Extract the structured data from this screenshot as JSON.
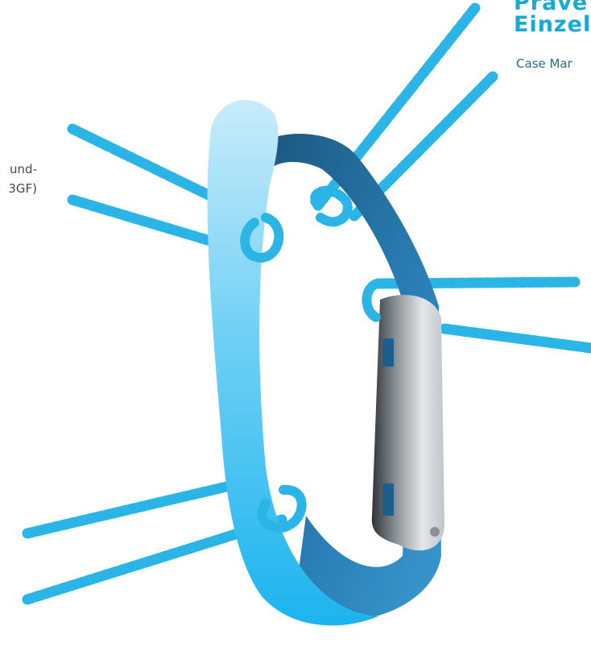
{
  "heading": {
    "line1": "Prave",
    "line2": "Einzel"
  },
  "subtitle": "Case Mar",
  "side_text": {
    "line1": "und-",
    "line2": "3GF)"
  },
  "colors": {
    "heading": "#1aa9d6",
    "rope": "#29b6e8",
    "carabiner_light": "#9fdcf5",
    "carabiner_dark": "#1c5f8c",
    "gate": "#b9c2c9"
  },
  "icons": [
    "carabiner-illustration",
    "rope-icon",
    "gate-icon"
  ]
}
